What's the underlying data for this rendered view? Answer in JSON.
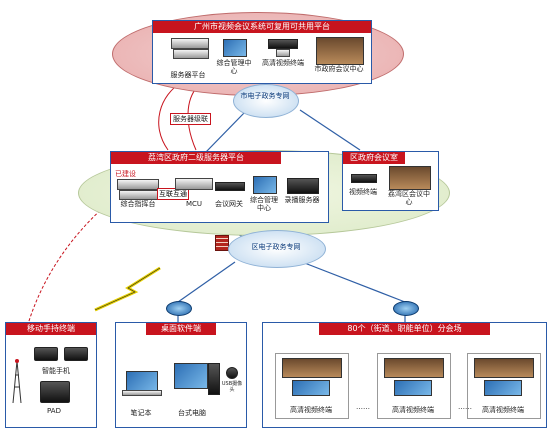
{
  "top": {
    "title": "广州市视频会议系统可复用可共用平台",
    "items": [
      "服务器平台",
      "综合管理中心",
      "高清视频终端",
      "市政府会议中心"
    ]
  },
  "city_net": "市电子政务专网",
  "cascade_label": "服务器级联",
  "district_platform": {
    "title": "荔湾区政府二级服务器平台",
    "built_tag": "已建设",
    "interconnect_tag": "互联互通",
    "items": [
      "综合指挥台",
      "MCU",
      "会议网关",
      "综合管理中心",
      "录播服务器"
    ]
  },
  "district_room": {
    "title": "区政府会议室",
    "items": [
      "视频终端",
      "荔湾区会议中心"
    ]
  },
  "district_net": "区电子政务专网",
  "mobile": {
    "title": "移动手持终端",
    "items": [
      "智能手机",
      "PAD"
    ]
  },
  "desktop": {
    "title": "桌面软件端",
    "items": [
      "笔记本",
      "台式电脑",
      "USB摄像头"
    ]
  },
  "venues": {
    "title": "80个（街道、职能单位）分会场",
    "items": [
      "高清视频终端",
      "高清视频终端",
      "高清视频终端"
    ],
    "ellipsis": "……"
  },
  "colors": {
    "accent_red": "#c8141e",
    "border_blue": "#2a5aa8",
    "link_blue": "#2f5fa6"
  }
}
